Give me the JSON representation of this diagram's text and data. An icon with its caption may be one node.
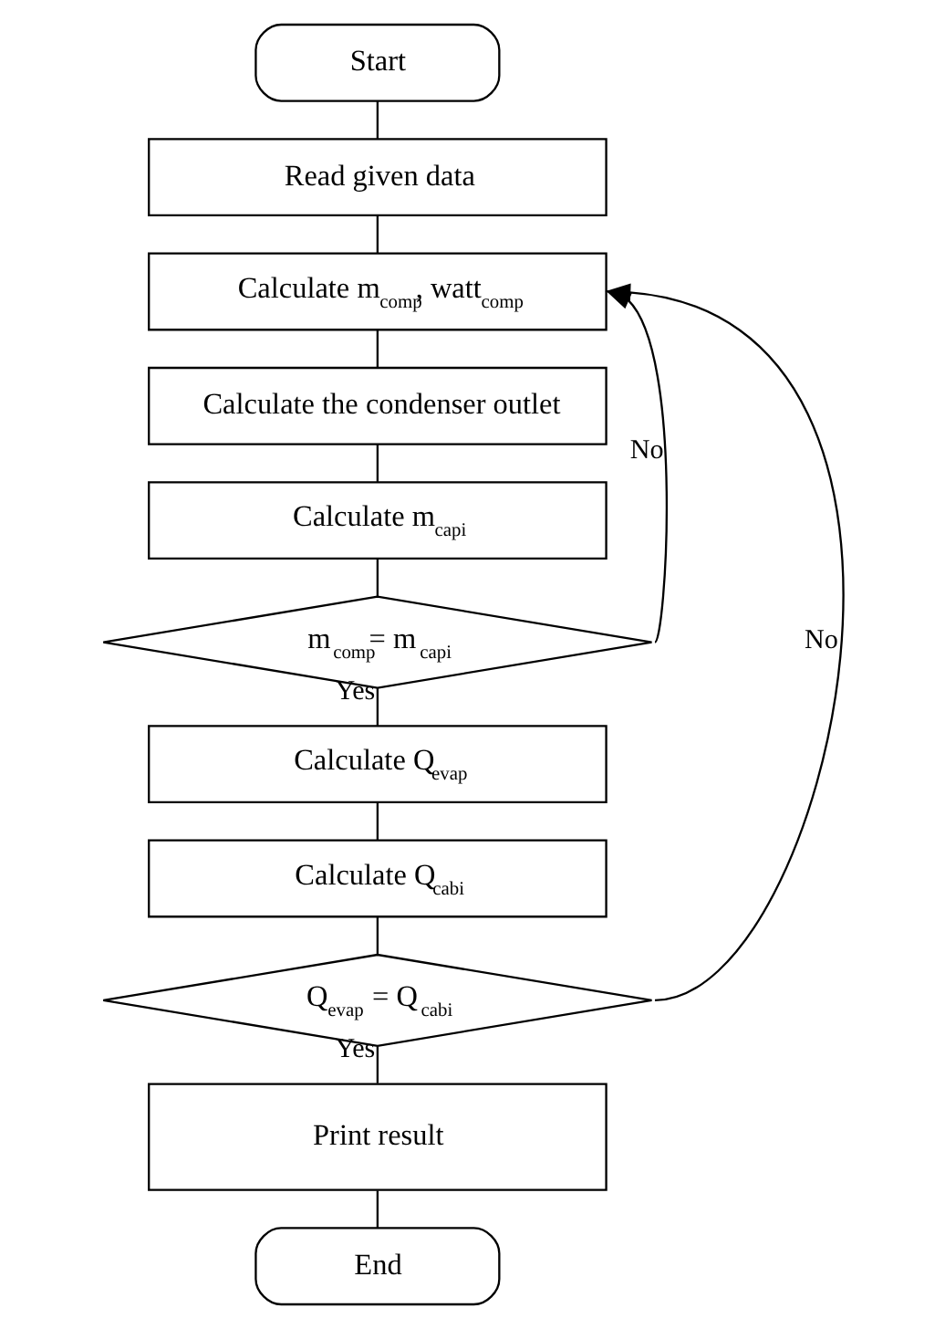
{
  "diagram": {
    "nodes": [
      {
        "text": [
          "Start"
        ]
      },
      {
        "text": [
          "Read given data"
        ]
      },
      {
        "text": [
          "Calculate m$_{comp}$, watt$_{comp}$"
        ]
      },
      {
        "text": [
          "Calculate the condenser outlet"
        ]
      },
      {
        "text": [
          "Calculate m$_{capi}$"
        ]
      },
      {
        "text": [
          "m$_{comp}$= m$_{capi}$"
        ]
      },
      {
        "text": [
          "Calculate Q$_{evap}$"
        ]
      },
      {
        "text": [
          "Calculate Q$_{cabi}$"
        ]
      },
      {
        "text": [
          "Q$_{evap}$ = Q$_{cabi}$"
        ]
      },
      {
        "text": [
          "Print result"
        ]
      },
      {
        "text": [
          "End"
        ]
      }
    ],
    "edges": [
      {
        "from": 0,
        "to": 1,
        "arrow": "none"
      },
      {
        "from": 1,
        "to": 2,
        "arrow": "none"
      },
      {
        "from": 2,
        "to": 3,
        "arrow": "none"
      },
      {
        "from": 3,
        "to": 4,
        "arrow": "none"
      },
      {
        "from": 4,
        "to": 5,
        "arrow": "none"
      },
      {
        "from": 5,
        "to": 6,
        "arrow": "none",
        "label": "Yes"
      },
      {
        "from": 6,
        "to": 7,
        "arrow": "none"
      },
      {
        "from": 7,
        "to": 8,
        "arrow": "none"
      },
      {
        "from": 8,
        "to": 9,
        "arrow": "none",
        "label": "Yes"
      },
      {
        "from": 9,
        "to": 10,
        "arrow": "none"
      },
      {
        "from": 5,
        "to": 2,
        "arrow": "to",
        "label": "No"
      },
      {
        "from": 8,
        "to": 2,
        "arrow": "to",
        "label": "No"
      }
    ]
  }
}
